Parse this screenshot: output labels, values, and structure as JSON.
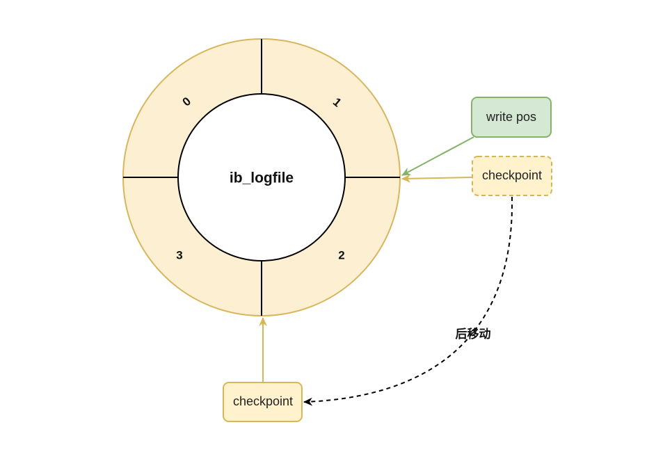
{
  "diagram": {
    "center_label": "ib_logfile",
    "segments": [
      "0",
      "1",
      "2",
      "3"
    ],
    "write_pos_label": "write pos",
    "checkpoint_current_label": "checkpoint",
    "checkpoint_next_label": "checkpoint",
    "move_label": "后移动"
  },
  "colors": {
    "ring_fill": "#fdf0d2",
    "ring_stroke": "#d7b65e",
    "divider": "#000000",
    "write_pos_fill": "#d5e8d4",
    "write_pos_stroke": "#82b366",
    "checkpoint_fill": "#fff2cc",
    "checkpoint_stroke": "#d6b656"
  }
}
